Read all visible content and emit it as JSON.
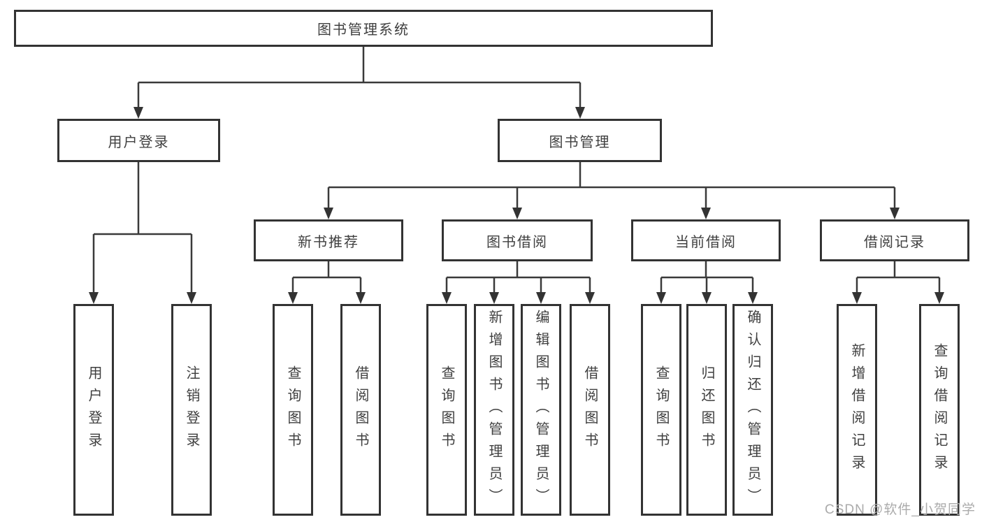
{
  "tree": {
    "root": {
      "label": "图书管理系统"
    },
    "children": [
      {
        "label": "用户登录",
        "children": [
          {
            "label": "用户登录"
          },
          {
            "label": "注销登录"
          }
        ]
      },
      {
        "label": "图书管理",
        "children": [
          {
            "label": "新书推荐",
            "children": [
              {
                "label": "查询图书"
              },
              {
                "label": "借阅图书"
              }
            ]
          },
          {
            "label": "图书借阅",
            "children": [
              {
                "label": "查询图书"
              },
              {
                "label": "新增图书（管理员）"
              },
              {
                "label": "编辑图书（管理员）"
              },
              {
                "label": "借阅图书"
              }
            ]
          },
          {
            "label": "当前借阅",
            "children": [
              {
                "label": "查询图书"
              },
              {
                "label": "归还图书"
              },
              {
                "label": "确认归还（管理员）"
              }
            ]
          },
          {
            "label": "借阅记录",
            "children": [
              {
                "label": "新增借阅记录"
              },
              {
                "label": "查询借阅记录"
              }
            ]
          }
        ]
      }
    ]
  },
  "watermark": {
    "text": "CSDN @软件_小贺同学"
  },
  "colors": {
    "line": "#3a3a3a",
    "box_border": "#333333",
    "text": "#3f3f3f",
    "watermark": "#ababab",
    "background": "#ffffff"
  }
}
